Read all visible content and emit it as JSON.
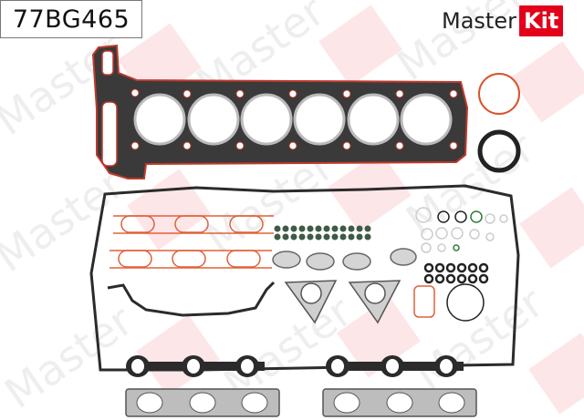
{
  "product": {
    "part_number": "77BG465",
    "description_icon": "cylinder-head-gasket-set-image"
  },
  "brand": {
    "name_part1": "Master",
    "name_part2": "Kit",
    "accent_color": "#e3001b",
    "watermark_text": "MasterKit"
  },
  "components": [
    {
      "name": "cylinder-head-gasket",
      "count": 1,
      "color": "#3a3a3a",
      "edge_color": "#c0392b"
    },
    {
      "name": "orange-o-ring-large",
      "count": 1,
      "color": "#d9532b"
    },
    {
      "name": "black-shaft-seal",
      "count": 1,
      "color": "#222222"
    },
    {
      "name": "valve-cover-gasket",
      "count": 1,
      "color": "#2b2b2b"
    },
    {
      "name": "intake-manifold-gasket-orange",
      "count": 2,
      "color": "#e0603a"
    },
    {
      "name": "valve-stem-seals",
      "count": 24,
      "color": "#3f5a45"
    },
    {
      "name": "small-flange-gaskets",
      "count": 4,
      "color": "#777777"
    },
    {
      "name": "triangular-flange-gaskets",
      "count": 2,
      "color": "#666666"
    },
    {
      "name": "o-ring-assortment",
      "count": 14,
      "color": "#555555"
    },
    {
      "name": "spark-plug-seals",
      "count": 12,
      "color": "#222222"
    },
    {
      "name": "orange-rectangular-seal",
      "count": 1,
      "color": "#e0603a"
    },
    {
      "name": "large-thin-o-ring",
      "count": 1,
      "color": "#222222"
    },
    {
      "name": "timing-cover-gasket",
      "count": 1,
      "color": "#2b2b2b"
    },
    {
      "name": "exhaust-port-rubber-gasket",
      "count": 2,
      "color": "#2b2b2b"
    },
    {
      "name": "exhaust-manifold-gasket-metal",
      "count": 2,
      "color": "#8a8a8a"
    }
  ]
}
